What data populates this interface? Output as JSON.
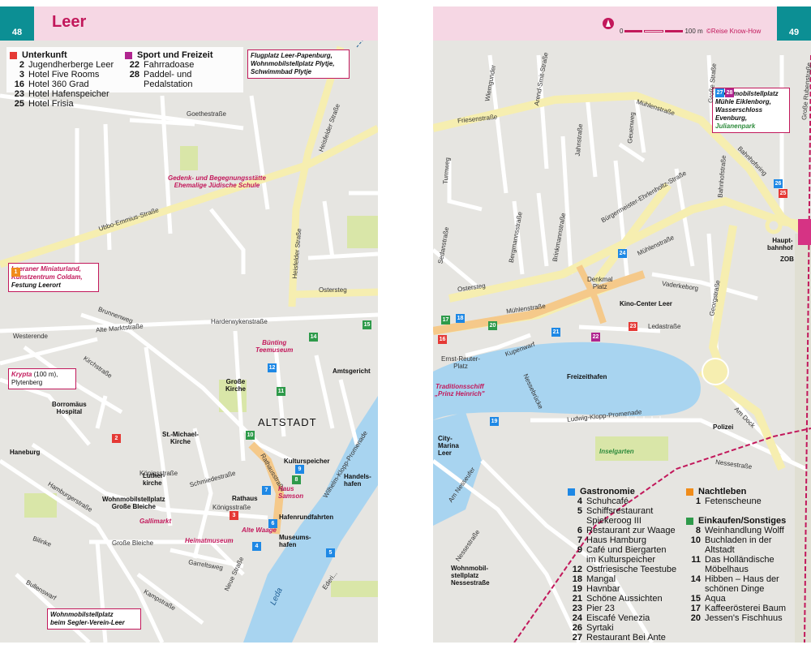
{
  "left_page": {
    "page_number": "48",
    "title": "Leer",
    "legend": {
      "unterkunft_heading": "Unterkunft",
      "unterkunft": [
        {
          "num": "2",
          "name": "Jugendherberge Leer"
        },
        {
          "num": "3",
          "name": "Hotel Five Rooms"
        },
        {
          "num": "16",
          "name": "Hotel 360 Grad"
        },
        {
          "num": "23",
          "name": "Hotel Hafenspeicher"
        },
        {
          "num": "25",
          "name": "Hotel Frisia"
        }
      ],
      "sport_heading": "Sport und Freizeit",
      "sport": [
        {
          "num": "22",
          "name": "Fahrradoase"
        },
        {
          "num": "28",
          "name": "Paddel- und"
        },
        {
          "num": "",
          "name": "Pedalstation"
        }
      ]
    },
    "boxes": {
      "flugplatz_l1": "Flugplatz Leer-Papenburg,",
      "flugplatz_l2": "Wohnmobilstellplatz Plytje,",
      "flugplatz_l3": "Schwimmbad Plytje",
      "miniaturland_l1": "Leeraner Miniaturland,",
      "miniaturland_l2": "Kunstzentrum Coldam,",
      "miniaturland_l3": "Festung Leerort",
      "krypta_l1": "Krypta",
      "krypta_dist": "(100 m),",
      "krypta_l2": "Plytenberg",
      "segler_l1": "Wohnmobilstellplatz",
      "segler_l2": "beim Segler-Verein-Leer"
    },
    "streets": {
      "goethe": "Goethestraße",
      "ubbo": "Ubbo-Emmius-Straße",
      "heisfelder": "Heisfelder Straße",
      "heisfelder2": "Heisfelder Straße",
      "ostersteg": "Ostersteg",
      "harderwyken": "Harderwykenstraße",
      "westerende": "Westerende",
      "altemarkt": "Alte Marktstraße",
      "brunnenweg": "Brunnenweg",
      "kirchstr": "Kirchstraße",
      "konigstr": "Königsstraße",
      "grosse_bleiche": "Große Bleiche",
      "bilinke": "Bilinke",
      "hamburger": "Hamburgerstraße",
      "schmiede": "Schmiedestraße",
      "rathaus": "Rathausstraße",
      "garrelts": "Garreltsweg",
      "neue": "Neue Straße",
      "kampstr": "Kampstraße",
      "bullens": "Bullenswarf",
      "wilhelm": "Wilhelm-Klopp-Promenade",
      "ederi": "Ederi..."
    },
    "places": {
      "gedenk_l1": "Gedenk- und Begegnungsstätte",
      "gedenk_l2": "Ehemalige Jüdische Schule",
      "bunting_l1": "Bünting",
      "bunting_l2": "Teemuseum",
      "grosse_kirche_l1": "Große",
      "grosse_kirche_l2": "Kirche",
      "amtsgericht": "Amtsgericht",
      "borromaus_l1": "Borromäus",
      "borromaus_l2": "Hospital",
      "altstadt": "ALTSTADT",
      "st_michael_l1": "St.-Michael-",
      "st_michael_l2": "Kirche",
      "haneburg": "Haneburg",
      "luther_l1": "Luther-",
      "luther_l2": "kirche",
      "kulturspeicher": "Kulturspeicher",
      "haus_samson_l1": "Haus",
      "haus_samson_l2": "Samson",
      "handelshafen_l1": "Handels-",
      "handelshafen_l2": "hafen",
      "rathaus": "Rathaus",
      "wohnmobil_gb_l1": "Wohnmobilstellplatz",
      "wohnmobil_gb_l2": "Große Bleiche",
      "gallimarkt": "Gallimarkt",
      "hafenrundfahrten": "Hafenrundfahrten",
      "alte_waage": "Alte Waage",
      "museumshafen_l1": "Museums-",
      "museumshafen_l2": "hafen",
      "heimatmuseum": "Heimatmuseum",
      "leda": "Leda"
    }
  },
  "right_page": {
    "page_number": "49",
    "scale_start": "0",
    "scale_end": "100 m",
    "copyright": "©Reise Know-How",
    "box_julianen": {
      "l1": "Wohnmobilstellplatz",
      "l2": "Mühle Eiklenborg,",
      "l3": "Wasserschloss",
      "l4": "Evenburg,",
      "l5": "Julianenpark"
    },
    "places": {
      "hauptbahnhof_l1": "Haupt-",
      "hauptbahnhof_l2": "bahnhof",
      "zob": "ZOB",
      "denkmalplatz_l1": "Denkmal",
      "denkmalplatz_l2": "Platz",
      "kino": "Kino-Center Leer",
      "freizeithafen": "Freizeithafen",
      "ernst_reuter_l1": "Ernst-Reuter-",
      "ernst_reuter_l2": "Platz",
      "traditionsschiff_l1": "Traditionsschiff",
      "traditionsschiff_l2": "„Prinz Heinrich\"",
      "polizei": "Polizei",
      "inselgarten": "Inselgarten",
      "city_marina_l1": "City-",
      "city_marina_l2": "Marina",
      "city_marina_l3": "Leer",
      "wohnmobil_nesse_l1": "Wohnmobil-",
      "wohnmobil_nesse_l2": "stellplatz",
      "wohnmobil_nesse_l3": "Nessestraße"
    },
    "streets": {
      "friesen": "Friesenstraße",
      "buergermeister": "Bürgermeister-Ehrlenholtz-Straße",
      "bahnhofsring": "Bahnhofsring",
      "muehlen": "Mühlenstraße",
      "muehlen2": "Mühlenstraße",
      "ostersteg": "Ostersteg",
      "ledastr": "Ledastraße",
      "vaderkeborg": "Vaderkeborg",
      "georgstr": "Georgstraße",
      "am_dock": "Am Dock",
      "nessestr": "Nessestraße",
      "nessestr2": "Nessestraße",
      "am_nesseufer": "Am Nesseufer",
      "ludwig": "Ludwig-Klopp-Promenade",
      "kupenwarf": "Kupenwarf",
      "nessebrucke": "Nessebrücke",
      "jahnstr": "Jahnstraße",
      "geuenweg": "Geuenweg",
      "bergmanns": "Bergmannsstraße",
      "brinkmann": "Brinkmannstraße",
      "sedan": "Sedanstraße",
      "arend": "Arend-Smit-Straße",
      "wiemgunder": "Wiemgunder",
      "grosse": "Große Straße",
      "grote_rubenstr": "Große Rubenstraße",
      "turmweg": "Turmweg",
      "bahnhofstr": "Bahnhofstraße",
      "muehlenstr_vertical": "Mühlenstraße"
    },
    "legend": {
      "gastronomie_heading": "Gastronomie",
      "gastronomie": [
        {
          "num": "4",
          "name": "Schuhcafé"
        },
        {
          "num": "5",
          "name": "Schiffsrestaurant"
        },
        {
          "num": "",
          "name": "Spiekeroog III"
        },
        {
          "num": "6",
          "name": "Restaurant zur Waage"
        },
        {
          "num": "7",
          "name": "Haus Hamburg"
        },
        {
          "num": "9",
          "name": "Café und Biergarten"
        },
        {
          "num": "",
          "name": "im Kulturspeicher"
        },
        {
          "num": "12",
          "name": "Ostfriesische Teestube"
        },
        {
          "num": "18",
          "name": "Mangal"
        },
        {
          "num": "19",
          "name": "Havnbar"
        },
        {
          "num": "21",
          "name": "Schöne Aussichten"
        },
        {
          "num": "23",
          "name": "Pier 23"
        },
        {
          "num": "24",
          "name": "Eiscafé Venezia"
        },
        {
          "num": "26",
          "name": "Syrtaki"
        },
        {
          "num": "27",
          "name": "Restaurant Bei Ante"
        }
      ],
      "nachtleben_heading": "Nachtleben",
      "nachtleben": [
        {
          "num": "1",
          "name": "Fetenscheune"
        }
      ],
      "einkaufen_heading": "Einkaufen/Sonstiges",
      "einkaufen": [
        {
          "num": "8",
          "name": "Weinhandlung Wolff"
        },
        {
          "num": "10",
          "name": "Buchladen in der"
        },
        {
          "num": "",
          "name": "Altstadt"
        },
        {
          "num": "11",
          "name": "Das Holländische"
        },
        {
          "num": "",
          "name": "Möbelhaus"
        },
        {
          "num": "14",
          "name": "Hibben – Haus der"
        },
        {
          "num": "",
          "name": "schönen Dinge"
        },
        {
          "num": "15",
          "name": "Aqua"
        },
        {
          "num": "17",
          "name": "Kaffeerösterei Baum"
        },
        {
          "num": "20",
          "name": "Jessen's Fischhuus"
        }
      ]
    }
  },
  "colors": {
    "header_bg": "#f6d7e4",
    "page_number_bg": "#0c8f94",
    "title": "#c2185b",
    "road_main": "#f6eeb0",
    "road_minor": "#ffffff",
    "water": "#a8d4f0",
    "land": "#e6e5e1",
    "park": "#d9e6a8",
    "rail": "#c2185b"
  }
}
